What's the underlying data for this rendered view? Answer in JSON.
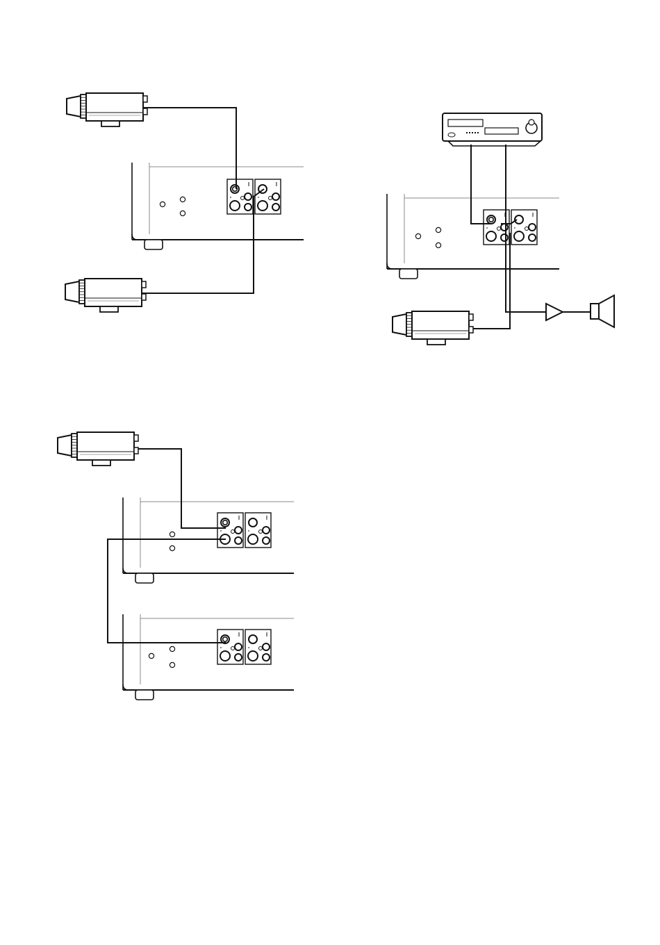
{
  "page": {
    "background": "#ffffff",
    "ink": "#111111",
    "line_gray": "#888888"
  },
  "diagrams": [
    {
      "name": "two-cameras-to-one-unit",
      "devices": [
        {
          "kind": "camera",
          "icon": "video-camera-icon"
        },
        {
          "kind": "camera",
          "icon": "video-camera-icon"
        },
        {
          "kind": "rear-panel-unit",
          "icon": "rear-panel-icon"
        }
      ]
    },
    {
      "name": "vcr-camera-amplifier",
      "devices": [
        {
          "kind": "vcr",
          "icon": "vcr-icon"
        },
        {
          "kind": "rear-panel-unit",
          "icon": "rear-panel-icon"
        },
        {
          "kind": "camera",
          "icon": "video-camera-icon"
        },
        {
          "kind": "amplifier",
          "icon": "amplifier-icon"
        },
        {
          "kind": "speaker",
          "icon": "speaker-icon"
        }
      ]
    },
    {
      "name": "camera-daisy-chain-two-units",
      "devices": [
        {
          "kind": "camera",
          "icon": "video-camera-icon"
        },
        {
          "kind": "rear-panel-unit",
          "icon": "rear-panel-icon"
        },
        {
          "kind": "rear-panel-unit",
          "icon": "rear-panel-icon"
        }
      ]
    }
  ]
}
